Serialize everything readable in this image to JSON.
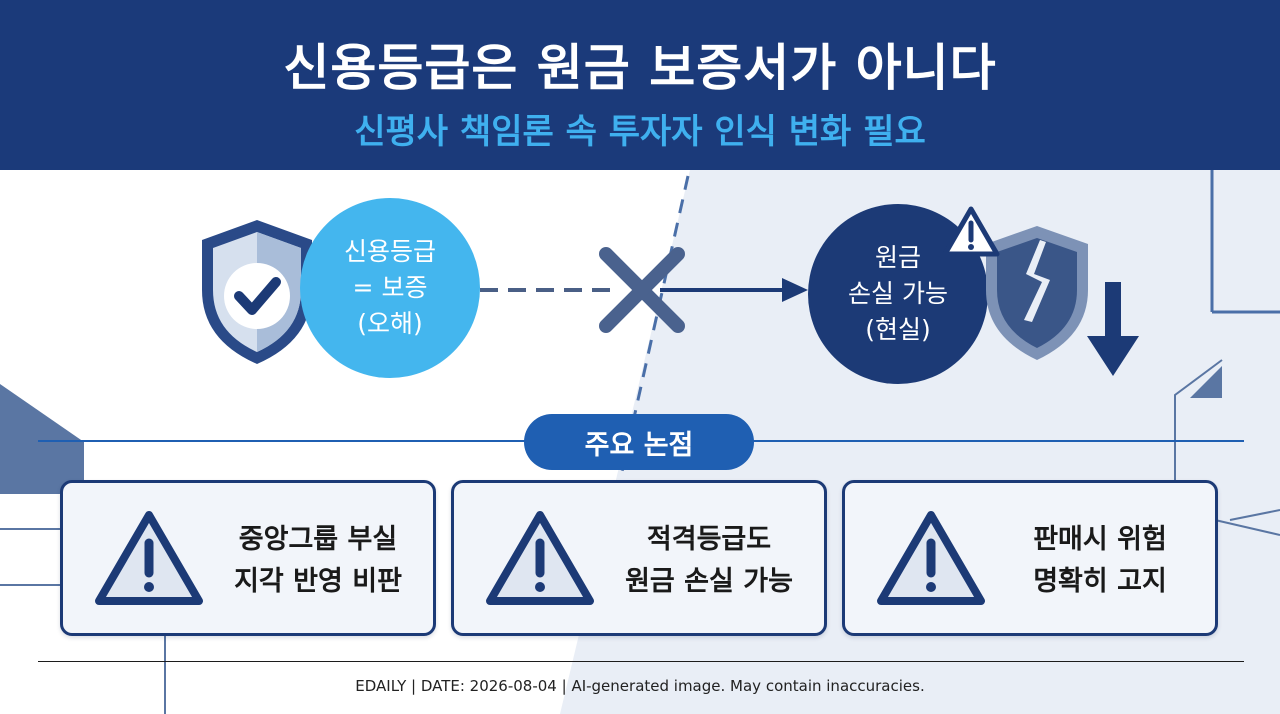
{
  "header": {
    "title": "신용등급은 원금 보증서가 아니다",
    "subtitle": "신평사 책임론 속 투자자 인식 변화 필요"
  },
  "misconception": {
    "lines": [
      "신용등급",
      "= 보증",
      "(오해)"
    ]
  },
  "reality": {
    "lines": [
      "원금",
      "손실 가능",
      "(현실)"
    ]
  },
  "section_label": "주요 논점",
  "cards": [
    {
      "lines": [
        "중앙그룹 부실",
        "지각 반영 비판"
      ]
    },
    {
      "lines": [
        "적격등급도",
        "원금 손실 가능"
      ]
    },
    {
      "lines": [
        "판매시 위험",
        "명확히 고지"
      ]
    }
  ],
  "footer": "EDAILY  |  DATE: 2026-08-04  |  AI-generated image. May contain inaccuracies.",
  "colors": {
    "navy": "#1b3a7a",
    "sky_blue": "#44b6ee",
    "pill_blue": "#1f5fb2",
    "card_bg": "#f2f5fa"
  },
  "icons": [
    "shield-check-icon",
    "cross-icon",
    "arrow-right-icon",
    "warning-icon",
    "broken-shield-icon",
    "arrow-down-icon"
  ]
}
